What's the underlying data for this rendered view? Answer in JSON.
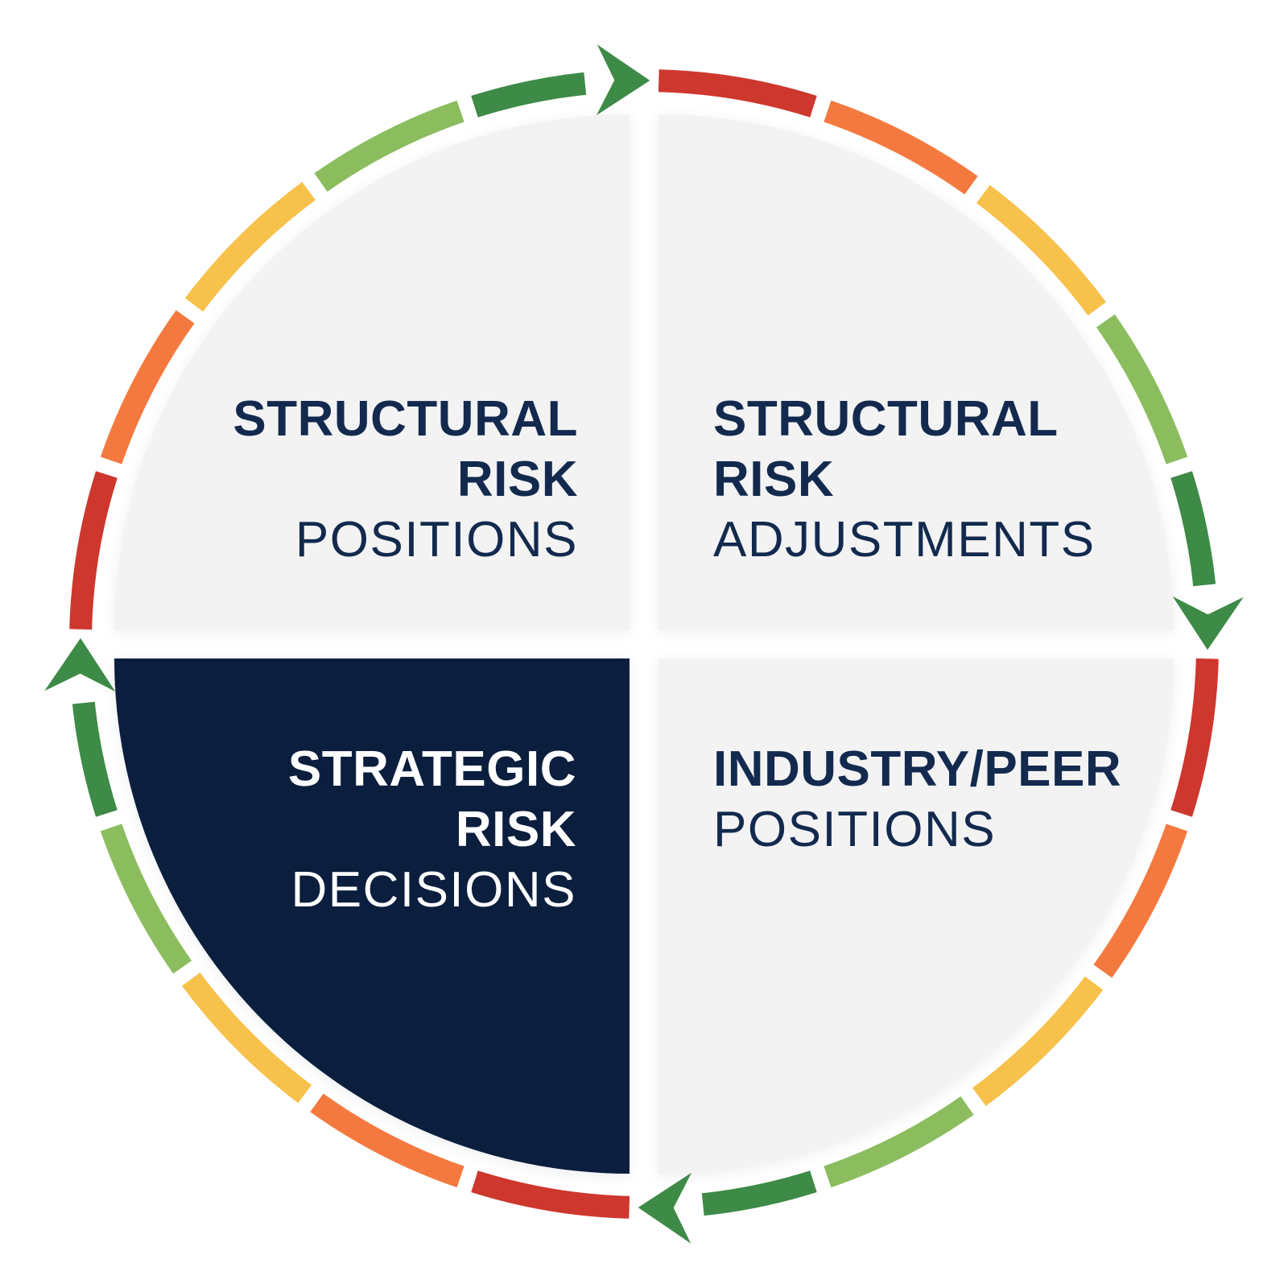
{
  "diagram": {
    "type": "circular-cycle",
    "direction": "clockwise",
    "background": "#FFFFFF",
    "quadrants": [
      {
        "position": "top-left",
        "bold_lines": [
          "STRUCTURAL",
          "RISK"
        ],
        "light_line": "POSITIONS",
        "background": "#F3F3F4",
        "text_color": "#132A4E"
      },
      {
        "position": "top-right",
        "bold_lines": [
          "STRUCTURAL",
          "RISK"
        ],
        "light_line": "ADJUSTMENTS",
        "background": "#F3F3F4",
        "text_color": "#132A4E"
      },
      {
        "position": "bottom-right",
        "bold_lines": [
          "INDUSTRY/PEER"
        ],
        "light_line": "POSITIONS",
        "background": "#F3F3F4",
        "text_color": "#132A4E"
      },
      {
        "position": "bottom-left",
        "bold_lines": [
          "STRATEGIC",
          "RISK"
        ],
        "light_line": "DECISIONS",
        "background": "#0B1E3E",
        "text_color": "#FFFFFF"
      }
    ],
    "ring": {
      "segment_names": [
        "red",
        "orange",
        "yellow",
        "light-green"
      ],
      "segment_colors": [
        "#CE372E",
        "#F4793F",
        "#F6C24B",
        "#8BBD5E"
      ],
      "arrow_color": "#3E8A47"
    }
  }
}
